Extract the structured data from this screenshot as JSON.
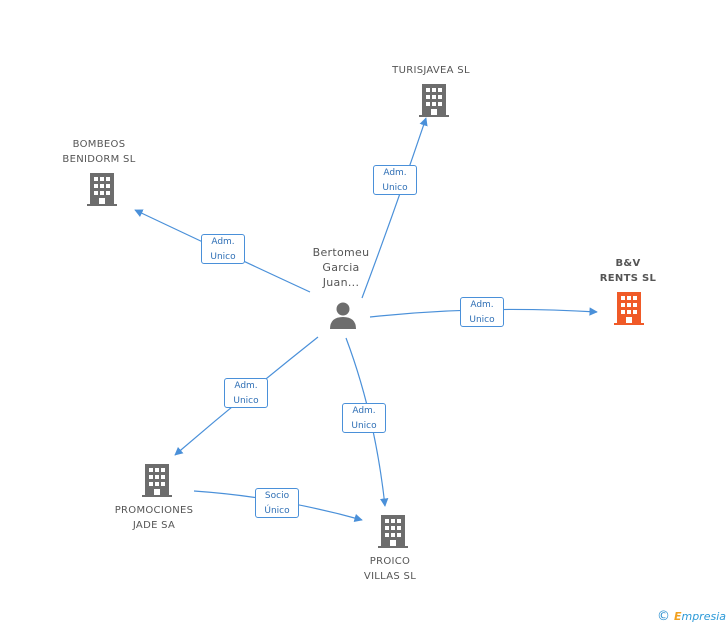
{
  "center": {
    "name_lines": [
      "Bertomeu",
      "Garcia",
      "Juan..."
    ],
    "icon": "person-icon"
  },
  "companies": {
    "turisjavea": {
      "lines": [
        "TURISJAVEA SL"
      ],
      "icon": "building-icon"
    },
    "bombeos": {
      "lines": [
        "BOMBEOS",
        "BENIDORM SL"
      ],
      "icon": "building-icon"
    },
    "bv": {
      "lines": [
        "B&V",
        "RENTS SL"
      ],
      "icon": "building-icon",
      "color": "#f05a28",
      "highlighted": true
    },
    "promociones": {
      "lines": [
        "PROMOCIONES",
        "JADE SA"
      ],
      "icon": "building-icon"
    },
    "proico": {
      "lines": [
        "PROICO",
        "VILLAS SL"
      ],
      "icon": "building-icon"
    }
  },
  "relations": {
    "to_turisjavea": [
      "Adm.",
      "Unico"
    ],
    "to_bombeos": [
      "Adm.",
      "Unico"
    ],
    "to_bv": [
      "Adm.",
      "Unico"
    ],
    "to_promociones": [
      "Adm.",
      "Unico"
    ],
    "to_proico": [
      "Adm.",
      "Unico"
    ],
    "promociones_to_proico": [
      "Socio",
      "Único"
    ]
  },
  "colors": {
    "edge": "#4a90d9",
    "building": "#6d6d6d",
    "highlight": "#f05a28"
  },
  "footer": {
    "copyright": "©",
    "brand_e": "E",
    "brand_rest": "mpresia"
  }
}
